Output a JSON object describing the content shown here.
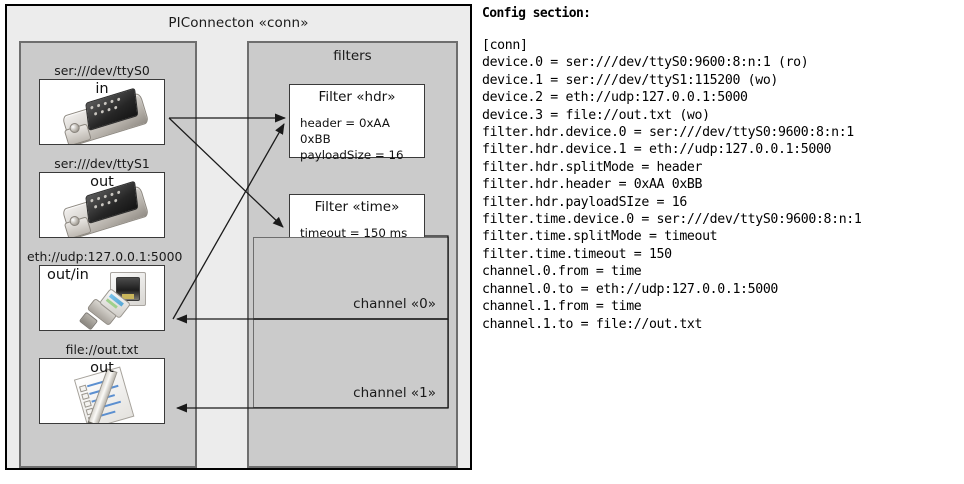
{
  "diagram": {
    "title": "PIConnecton «conn»",
    "devices_frame": {
      "title": "",
      "devices": [
        {
          "caption": "ser:///dev/ttyS0",
          "direction": "in",
          "icon": "serial-port-icon"
        },
        {
          "caption": "ser:///dev/ttyS1",
          "direction": "out",
          "icon": "serial-port-icon"
        },
        {
          "caption": "eth://udp:127.0.0.1:5000",
          "direction": "out/in",
          "icon": "ethernet-jack-icon"
        },
        {
          "caption": "file://out.txt",
          "direction": "out",
          "icon": "text-document-icon"
        }
      ]
    },
    "filters_frame": {
      "title": "filters",
      "filters": [
        {
          "title": "Filter «hdr»",
          "lines": [
            "header = 0xAA 0xBB",
            "payloadSize = 16"
          ]
        },
        {
          "title": "Filter «time»",
          "lines": [
            "timeout = 150 ms"
          ]
        }
      ],
      "channels": [
        {
          "label": "channel «0»"
        },
        {
          "label": "channel «1»"
        }
      ]
    },
    "colors": {
      "page_background": "#ececec",
      "frame_fill": "#cbcbcb",
      "frame_border": "#6e6e6e",
      "box_fill": "#ffffff",
      "box_border": "#3a3a3a",
      "outline": "#000000"
    }
  },
  "config": {
    "heading": "Config section:",
    "text": "[conn]\ndevice.0 = ser:///dev/ttyS0:9600:8:n:1 (ro)\ndevice.1 = ser:///dev/ttyS1:115200 (wo)\ndevice.2 = eth://udp:127.0.0.1:5000\ndevice.3 = file://out.txt (wo)\nfilter.hdr.device.0 = ser:///dev/ttyS0:9600:8:n:1\nfilter.hdr.device.1 = eth://udp:127.0.0.1:5000\nfilter.hdr.splitMode = header\nfilter.hdr.header = 0xAA 0xBB\nfilter.hdr.payloadSIze = 16\nfilter.time.device.0 = ser:///dev/ttyS0:9600:8:n:1\nfilter.time.splitMode = timeout\nfilter.time.timeout = 150\nchannel.0.from = time\nchannel.0.to = eth://udp:127.0.0.1:5000\nchannel.1.from = time\nchannel.1.to = file://out.txt"
  }
}
